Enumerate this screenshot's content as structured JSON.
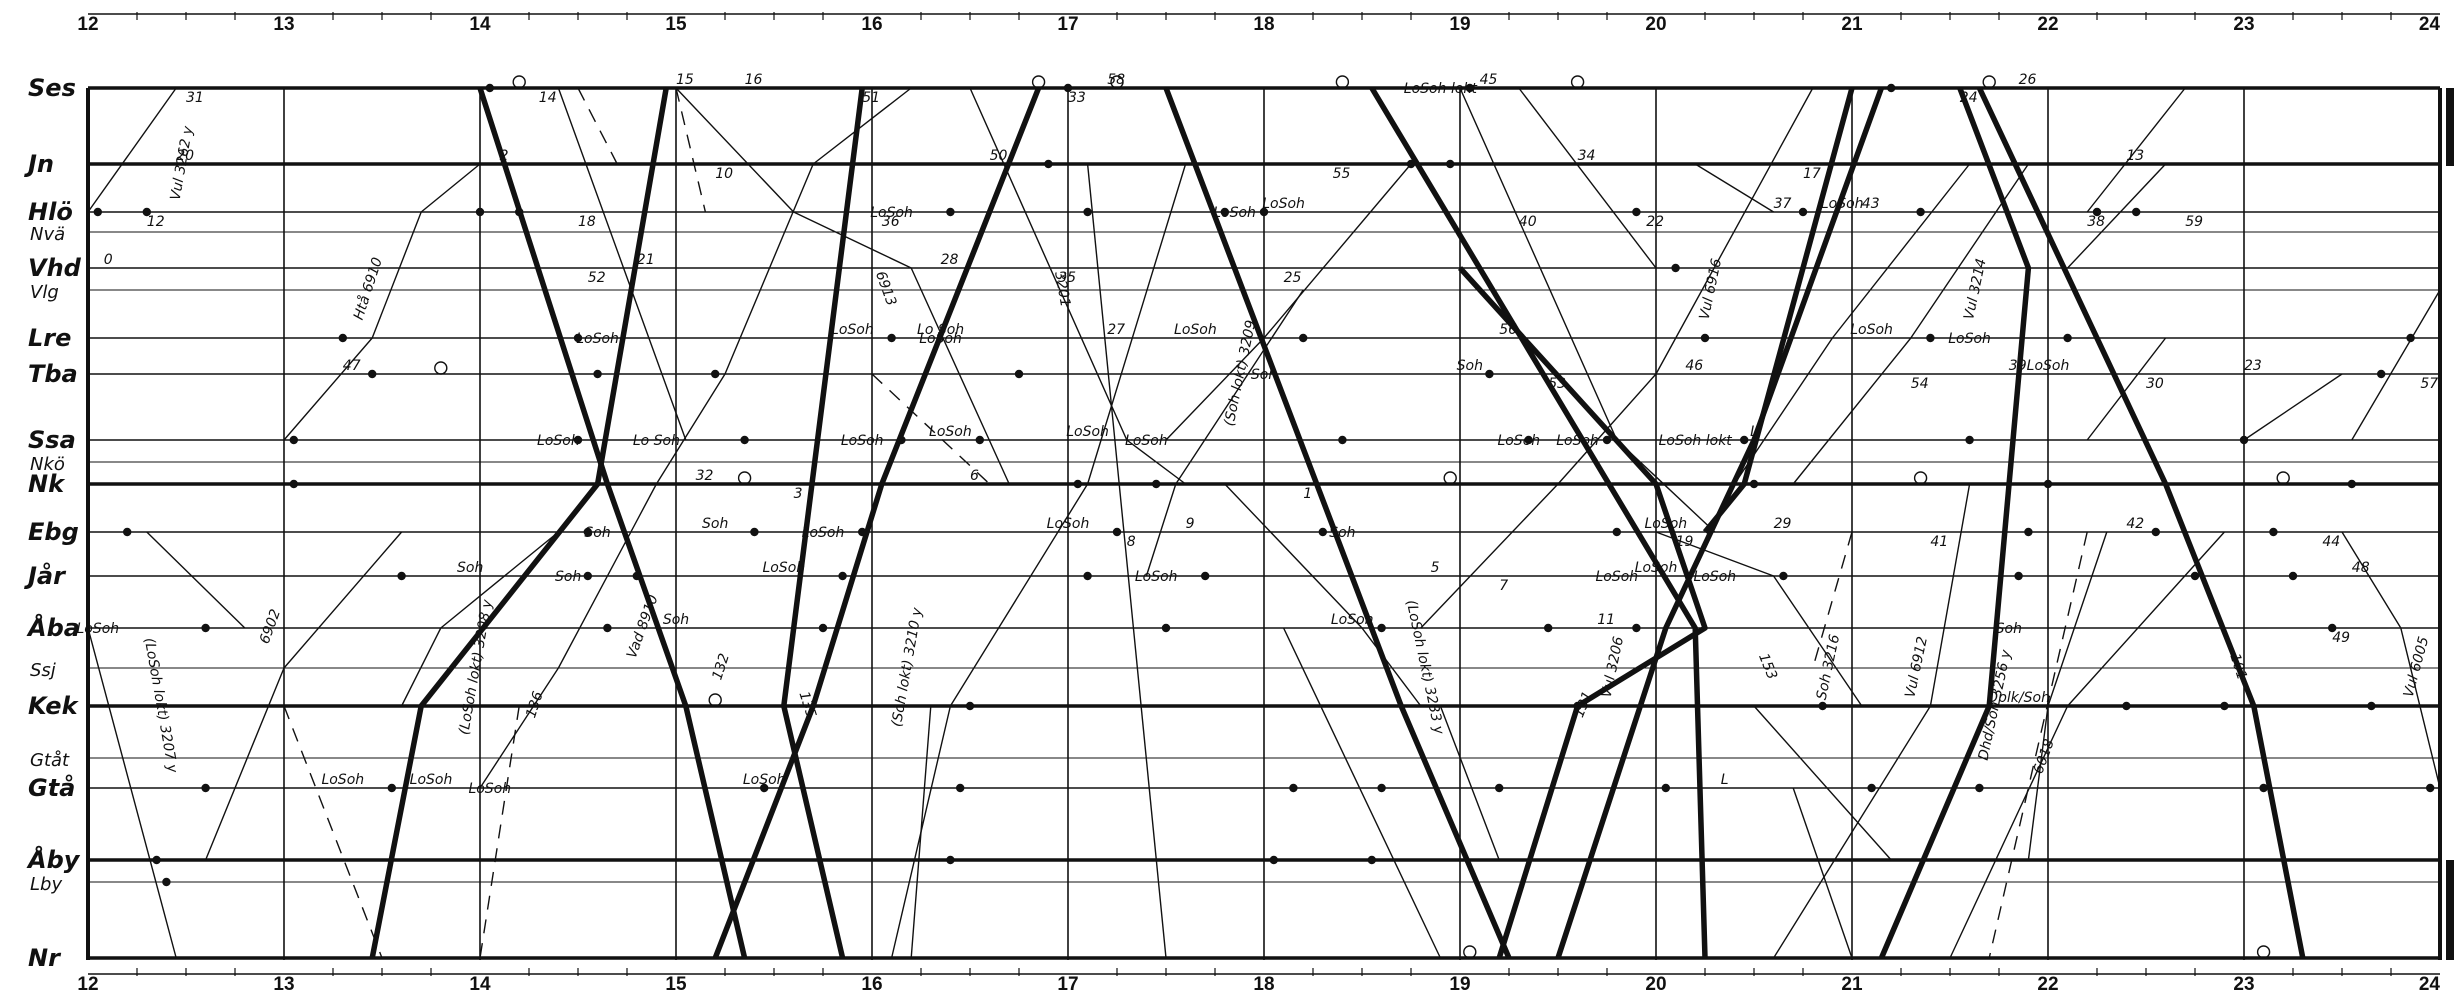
{
  "hours": [
    "12",
    "13",
    "14",
    "15",
    "16",
    "17",
    "18",
    "19",
    "20",
    "21",
    "22",
    "23",
    "24"
  ],
  "stations": [
    {
      "name": "Ses",
      "main": true
    },
    {
      "name": "Jn",
      "main": true
    },
    {
      "name": "Hlö",
      "main": true
    },
    {
      "name": "Nvä",
      "main": false
    },
    {
      "name": "Vhd",
      "main": true
    },
    {
      "name": "Vlg",
      "main": false
    },
    {
      "name": "Lre",
      "main": true
    },
    {
      "name": "Tba",
      "main": true
    },
    {
      "name": "Ssa",
      "main": true
    },
    {
      "name": "Nkö",
      "main": false
    },
    {
      "name": "Nk",
      "main": true
    },
    {
      "name": "Ebg",
      "main": true
    },
    {
      "name": "Jår",
      "main": true
    },
    {
      "name": "Åba",
      "main": true
    },
    {
      "name": "Ssj",
      "main": false
    },
    {
      "name": "Kek",
      "main": true
    },
    {
      "name": "Gtåt",
      "main": false
    },
    {
      "name": "Gtå",
      "main": true
    },
    {
      "name": "Åby",
      "main": true
    },
    {
      "name": "Lby",
      "main": false
    },
    {
      "name": "Nr",
      "main": true
    }
  ],
  "trains": [
    {
      "id": "136",
      "label": "136",
      "heavy": true
    },
    {
      "id": "135",
      "label": "135",
      "heavy": true
    },
    {
      "id": "132",
      "label": "132",
      "heavy": true
    },
    {
      "id": "131",
      "label": "131",
      "heavy": true
    },
    {
      "id": "101",
      "label": "101",
      "heavy": true
    },
    {
      "id": "153",
      "label": "153",
      "heavy": true
    },
    {
      "id": "3207",
      "label": "(LoSoh lokt) 3207 y",
      "heavy": false
    },
    {
      "id": "3208",
      "label": "(LoSoh lokt) 3208 y",
      "heavy": false
    },
    {
      "id": "3210",
      "label": "(Soh lokt) 3210 y",
      "heavy": false
    },
    {
      "id": "3201",
      "label": "3201",
      "heavy": false
    },
    {
      "id": "3262",
      "label": "Vul 3262 y",
      "heavy": false
    },
    {
      "id": "6910",
      "label": "Htå 6910",
      "heavy": false
    },
    {
      "id": "6913",
      "label": "6913",
      "heavy": false
    },
    {
      "id": "6902",
      "label": "6902",
      "heavy": false
    },
    {
      "id": "8910",
      "label": "Vad 8910",
      "heavy": false
    },
    {
      "id": "3209",
      "label": "(Soh lokt) 3209",
      "heavy": false
    },
    {
      "id": "3216",
      "label": "Soh 3216",
      "heavy": false
    },
    {
      "id": "6912",
      "label": "Vul 6912",
      "heavy": false
    },
    {
      "id": "6018",
      "label": "6018",
      "heavy": false
    },
    {
      "id": "6005",
      "label": "Vul 6005",
      "heavy": false
    },
    {
      "id": "3256",
      "label": "Dhd/Soh 3256 y",
      "heavy": false
    },
    {
      "id": "3214",
      "label": "Vul 3214",
      "heavy": false
    },
    {
      "id": "6916",
      "label": "Vul 6916",
      "heavy": false
    },
    {
      "id": "3233",
      "label": "(LoSoh lokt) 3233 y",
      "heavy": false
    },
    {
      "id": "3206",
      "label": "Vul 3206",
      "heavy": false
    }
  ],
  "stop_labels": [
    "LoSoh",
    "Soh",
    "Lo Soh",
    "Dplk/Soh",
    "L",
    "LoSoh lokt"
  ],
  "minute_marks": [
    "31",
    "20",
    "12",
    "0",
    "14",
    "2",
    "18",
    "15",
    "10",
    "16",
    "51",
    "50",
    "33",
    "58",
    "55",
    "45",
    "40",
    "34",
    "22",
    "37",
    "17",
    "43",
    "24",
    "26",
    "38",
    "13",
    "59",
    "47",
    "52",
    "21",
    "36",
    "28",
    "35",
    "27",
    "25",
    "56",
    "53",
    "46",
    "54",
    "39",
    "30",
    "23",
    "57",
    "32",
    "3",
    "6",
    "8",
    "9",
    "1",
    "5",
    "7",
    "11",
    "19",
    "29",
    "41",
    "42",
    "44",
    "48",
    "49"
  ]
}
